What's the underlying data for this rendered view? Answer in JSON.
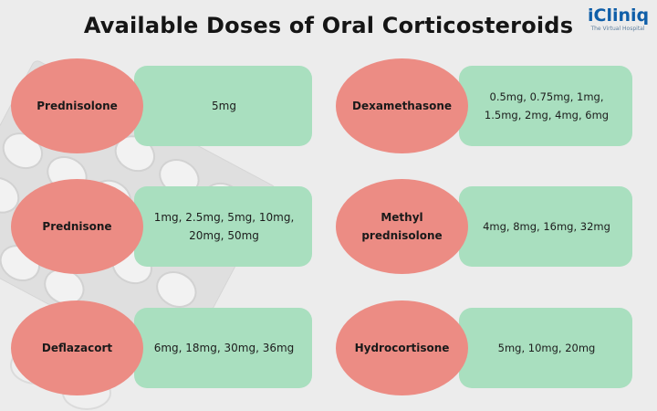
{
  "title": "Available Doses of Oral Corticosteroids",
  "logo": {
    "name": "iCliniq",
    "tagline": "The Virtual Hospital"
  },
  "items": [
    {
      "drug": "Prednisolone",
      "doses": "5mg"
    },
    {
      "drug": "Prednisone",
      "doses": "1mg, 2.5mg, 5mg, 10mg, 20mg, 50mg"
    },
    {
      "drug": "Deflazacort",
      "doses": "6mg, 18mg, 30mg, 36mg"
    },
    {
      "drug": "Dexamethasone",
      "doses": "0.5mg, 0.75mg, 1mg, 1.5mg, 2mg, 4mg, 6mg"
    },
    {
      "drug": "Methyl prednisolone",
      "doses": "4mg, 8mg, 16mg, 32mg"
    },
    {
      "drug": "Hydrocortisone",
      "doses": "5mg, 10mg, 20mg"
    }
  ],
  "colors": {
    "background": "#ececec",
    "drug_circle": "#ec8c84",
    "dose_pill": "#a9dfbf",
    "logo": "#0f5ea8"
  }
}
